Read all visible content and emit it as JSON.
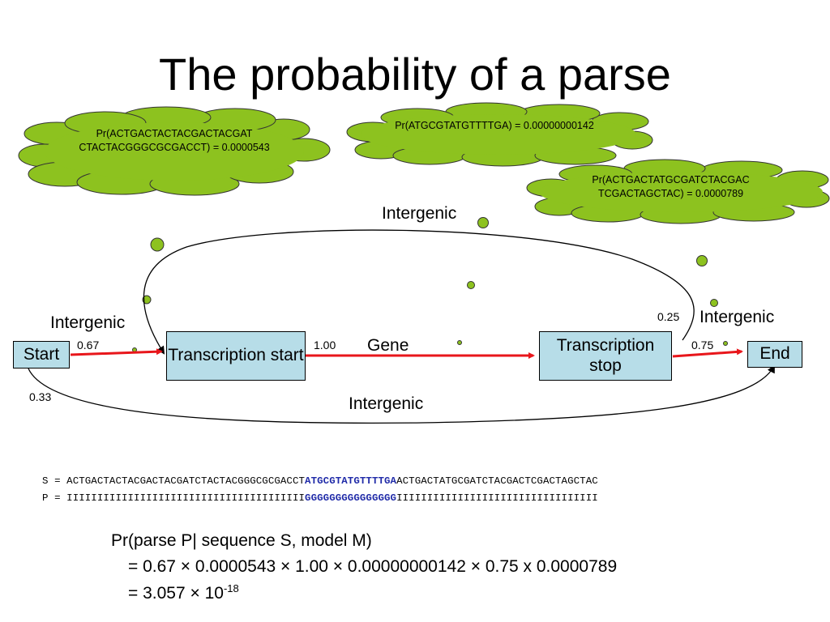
{
  "title": "The probability of a parse",
  "clouds": {
    "left": "Pr(ACTGACTACTACGACTACGAT CTACTACGGGCGCGACCT) = 0.0000543",
    "middle": "Pr(ATGCGTATGTTTTGA) = 0.00000000142",
    "right": "Pr(ACTGACTATGCGATCTACGAC TCGACTAGCTAC) = 0.0000789"
  },
  "states": {
    "start": "Start",
    "tstart": "Transcription start",
    "tstop": "Transcription stop",
    "end": "End"
  },
  "labels": {
    "intergenic_top": "Intergenic",
    "intergenic_left": "Intergenic",
    "intergenic_right": "Intergenic",
    "intergenic_bottom": "Intergenic",
    "gene": "Gene"
  },
  "probs": {
    "start_to_tstart": "0.67",
    "start_to_end": "0.33",
    "tstart_to_tstop": "1.00",
    "tstop_to_tstart": "0.25",
    "tstop_to_end": "0.75"
  },
  "sequence": {
    "s_prefix": "S = ",
    "s_part1": "ACTGACTACTACGACTACGATCTACTACGGGCGCGACCT",
    "s_part2": "ATGCGTATGTTTTGA",
    "s_part3": "ACTGACTATGCGATCTACGACTCGACTAGCTAC",
    "p_prefix": "P = ",
    "p_part1": "IIIIIIIIIIIIIIIIIIIIIIIIIIIIIIIIIIIIIII",
    "p_part2": "GGGGGGGGGGGGGGG",
    "p_part3": "IIIIIIIIIIIIIIIIIIIIIIIIIIIIIIIII"
  },
  "formula": {
    "line1": "Pr(parse P| sequence S, model M)",
    "line2": "= 0.67 × 0.0000543 × 1.00 × 0.00000000142 × 0.75 x 0.0000789",
    "line3_base": "= 3.057 × 10",
    "line3_exp": "-18"
  },
  "colors": {
    "cloud_fill": "#8dc21f",
    "state_fill": "#b7dde8",
    "arrow_red": "#e8161b",
    "highlight_blue": "#1f2aa8"
  }
}
